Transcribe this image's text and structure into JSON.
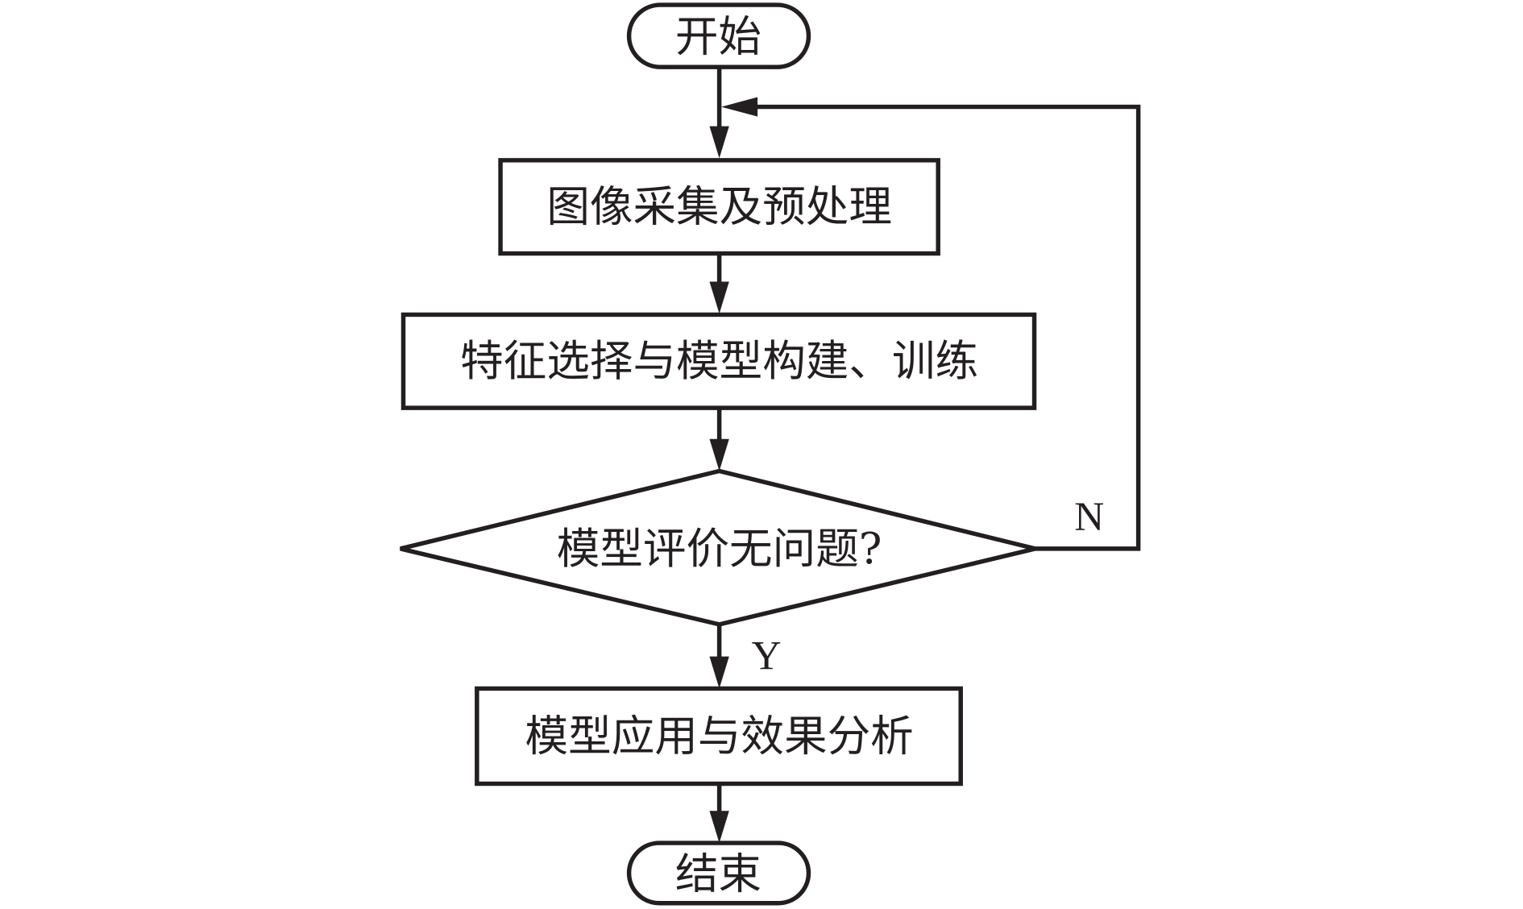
{
  "diagram": {
    "type": "flowchart",
    "nodes": [
      {
        "id": "start",
        "shape": "terminator",
        "label": "开始"
      },
      {
        "id": "step1",
        "shape": "process",
        "label": "图像采集及预处理"
      },
      {
        "id": "step2",
        "shape": "process",
        "label": "特征选择与模型构建、训练"
      },
      {
        "id": "decision",
        "shape": "decision",
        "label": "模型评价无问题?"
      },
      {
        "id": "step3",
        "shape": "process",
        "label": "模型应用与效果分析"
      },
      {
        "id": "end",
        "shape": "terminator",
        "label": "结束"
      }
    ],
    "edges": [
      {
        "from": "start",
        "to": "step1",
        "label": ""
      },
      {
        "from": "step1",
        "to": "step2",
        "label": ""
      },
      {
        "from": "step2",
        "to": "decision",
        "label": ""
      },
      {
        "from": "decision",
        "to": "step3",
        "label": "Y"
      },
      {
        "from": "decision",
        "to": "step1",
        "label": "N"
      },
      {
        "from": "step3",
        "to": "end",
        "label": ""
      }
    ]
  }
}
